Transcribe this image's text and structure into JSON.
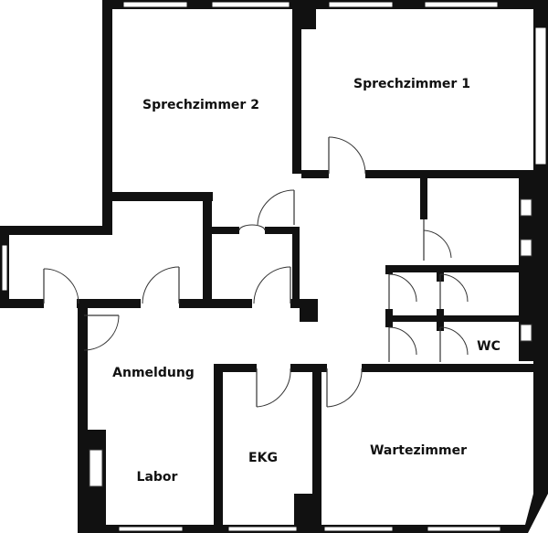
{
  "rooms": {
    "sprechzimmer_2": "Sprechzimmer 2",
    "sprechzimmer_1": "Sprechzimmer 1",
    "wc": "WC",
    "anmeldung": "Anmeldung",
    "labor": "Labor",
    "ekg": "EKG",
    "wartezimmer": "Wartezimmer"
  },
  "colors": {
    "wall": "#111111",
    "background": "#ffffff"
  }
}
